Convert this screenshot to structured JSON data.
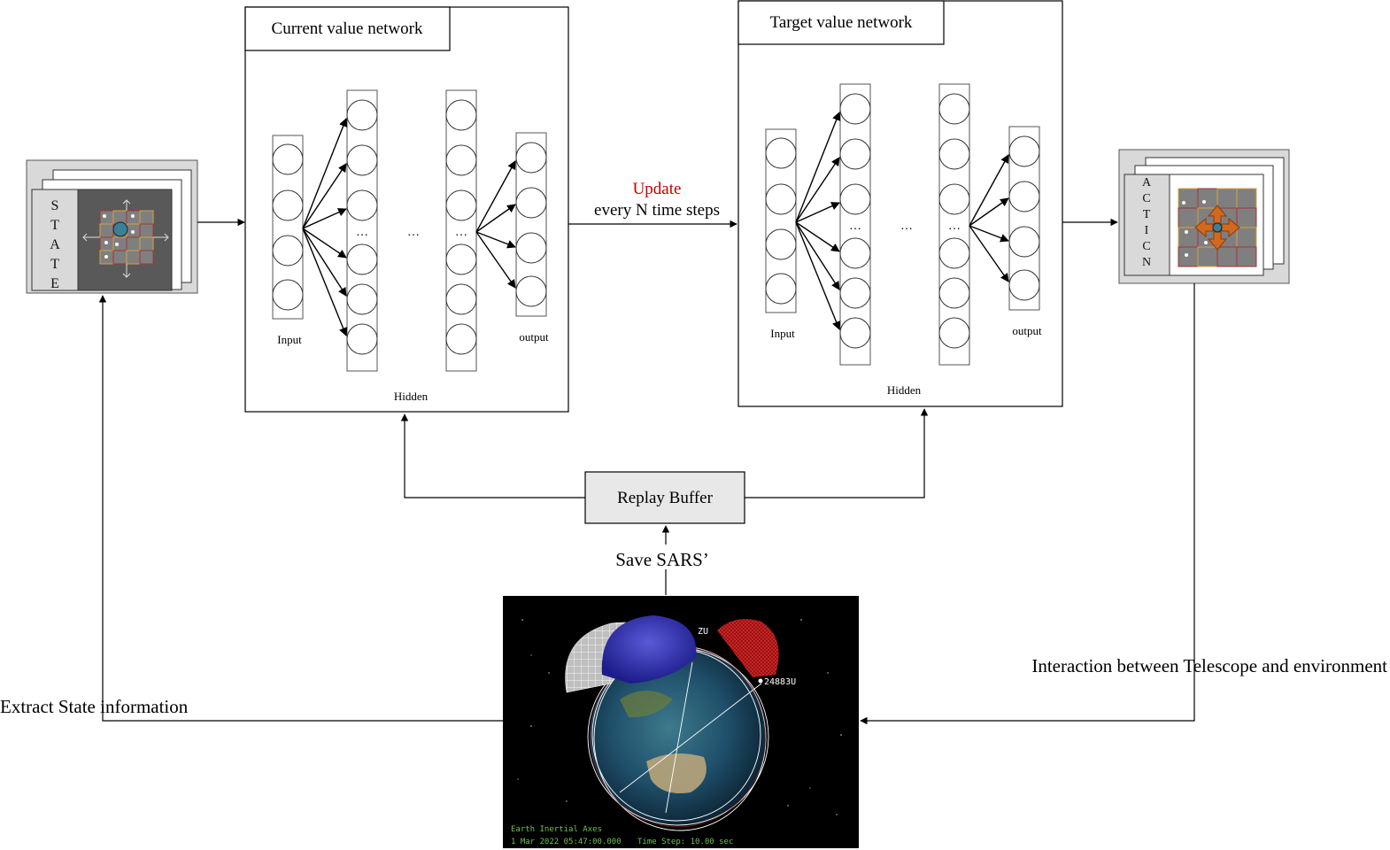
{
  "current_network": {
    "title": "Current value network",
    "input_label": "Input",
    "hidden_label": "Hidden",
    "output_label": "output",
    "ellipsis": "…"
  },
  "target_network": {
    "title": "Target value network",
    "input_label": "Input",
    "hidden_label": "Hidden",
    "output_label": "output",
    "ellipsis": "…"
  },
  "update": {
    "line1": "Update",
    "line2": "every N time steps",
    "line1_color": "#c00000"
  },
  "state_panel": {
    "letters": [
      "S",
      "T",
      "A",
      "T",
      "E"
    ]
  },
  "action_panel": {
    "letters": [
      "A",
      "C",
      "T",
      "I",
      "C",
      "N"
    ]
  },
  "replay_buffer": {
    "label": "Replay Buffer"
  },
  "save_label": "Save SARS’",
  "extract_label": "Extract State information",
  "interaction_label": "Interaction between Telescope and environment",
  "simulation": {
    "satellite_id": "24883U",
    "satellite_id_partial": "ZU",
    "axes_label": "Earth Inertial Axes",
    "timestamp": "1 Mar 2022 05:47:00.000",
    "time_step": "Time Step: 10.00 sec"
  },
  "colors": {
    "accent_red": "#c00000",
    "grid_cell_border": "#d9a23a",
    "action_arrow": "#d2691e",
    "replay_fill": "#e8e8e8",
    "panel_fill": "#d9d9d9"
  }
}
